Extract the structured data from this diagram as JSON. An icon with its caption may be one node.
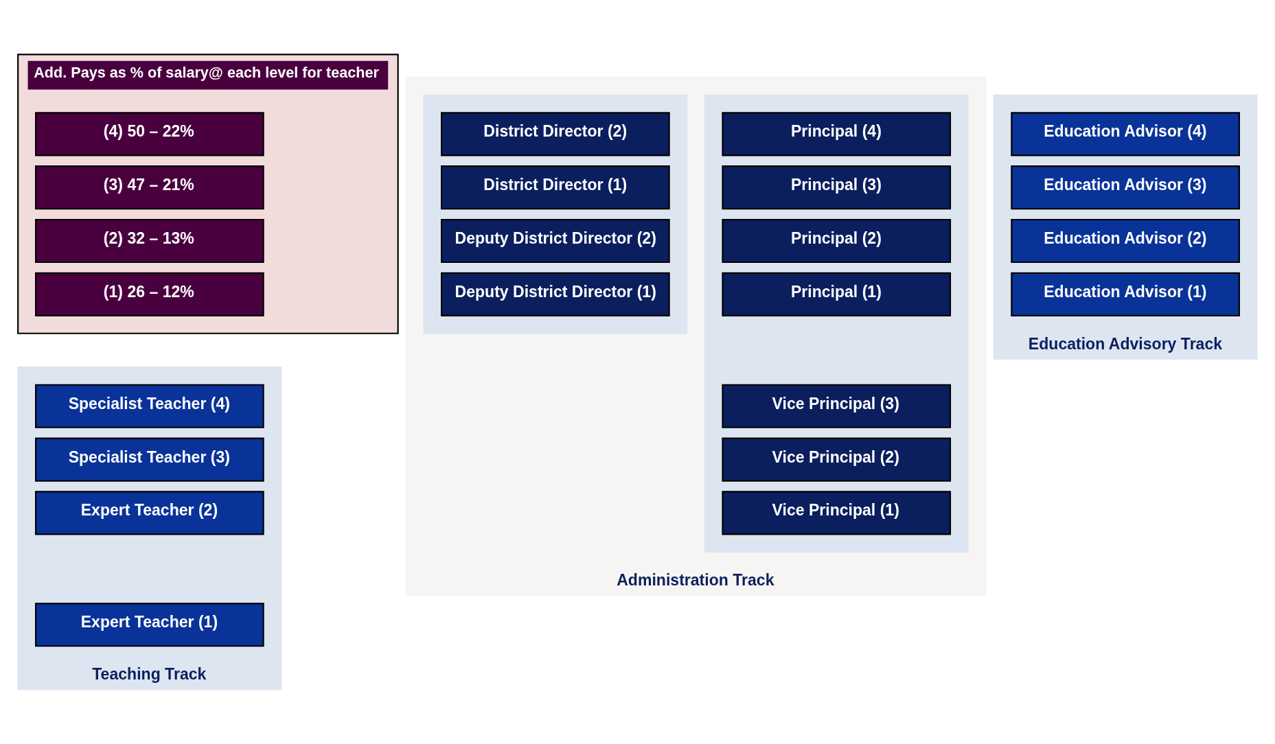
{
  "diagram": {
    "nodes": [
      {
        "text": [
          "Add. Pays as % of salary@ each level for teacher"
        ]
      },
      {
        "text": [
          "(4) 50 – 22%"
        ],
        "in": 0
      },
      {
        "text": [
          "(3) 47 – 21%"
        ],
        "in": 0
      },
      {
        "text": [
          "(2) 32 – 13%"
        ],
        "in": 0
      },
      {
        "text": [
          "(1) 26 – 12%"
        ],
        "in": 0
      },
      {
        "text": [
          "Teaching Track"
        ]
      },
      {
        "text": [
          "Specialist Teacher (4)"
        ],
        "in": 5
      },
      {
        "text": [
          "Specialist Teacher (3)"
        ],
        "in": 5
      },
      {
        "text": [
          "Expert Teacher (2)"
        ],
        "in": 5
      },
      {
        "text": [
          "Expert Teacher (1)"
        ],
        "in": 5
      },
      {
        "text": [
          "Administration Track"
        ]
      },
      {
        "text": [],
        "shape": "box",
        "in": 10
      },
      {
        "text": [
          "Principal (4)"
        ],
        "in": 11
      },
      {
        "text": [
          "Principal (3)"
        ],
        "in": 11
      },
      {
        "text": [
          "Principal (2)"
        ],
        "in": 11
      },
      {
        "text": [
          "Principal (1)"
        ],
        "in": 11
      },
      {
        "text": [
          "Vice Principal (3)"
        ],
        "in": 11
      },
      {
        "text": [
          "Vice Principal (2)"
        ],
        "in": 11
      },
      {
        "text": [
          "Vice Principal (1)"
        ],
        "in": 11
      },
      {
        "text": [],
        "shape": "box",
        "in": 10
      },
      {
        "text": [
          "District Director (2)"
        ],
        "in": 19
      },
      {
        "text": [
          "District Director (1)"
        ],
        "in": 19
      },
      {
        "text": [
          "Deputy District Director (2)"
        ],
        "in": 19
      },
      {
        "text": [
          "Deputy District Director (1)"
        ],
        "in": 19
      },
      {
        "text": [
          "Education Advisory Track"
        ]
      },
      {
        "text": [
          "Education Advisor (4)"
        ],
        "in": 24
      },
      {
        "text": [
          "Education Advisor (3)"
        ],
        "in": 24
      },
      {
        "text": [
          "Education Advisor (2)"
        ],
        "in": 24
      },
      {
        "text": [
          "Education Advisor (1)"
        ],
        "in": 24
      }
    ],
    "edges": []
  }
}
